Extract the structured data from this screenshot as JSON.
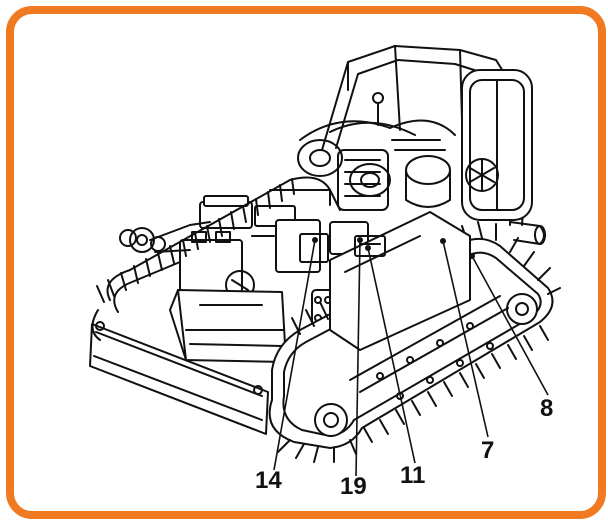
{
  "frame": {
    "border_color": "#f07a21",
    "background": "#ffffff"
  },
  "callouts": [
    {
      "id": "c14",
      "label": "14"
    },
    {
      "id": "c19",
      "label": "19"
    },
    {
      "id": "c11",
      "label": "11"
    },
    {
      "id": "c7",
      "label": "7"
    },
    {
      "id": "c8",
      "label": "8"
    }
  ],
  "illustration": {
    "subject": "tracked-machine-line-drawing",
    "line_color": "#111111"
  }
}
